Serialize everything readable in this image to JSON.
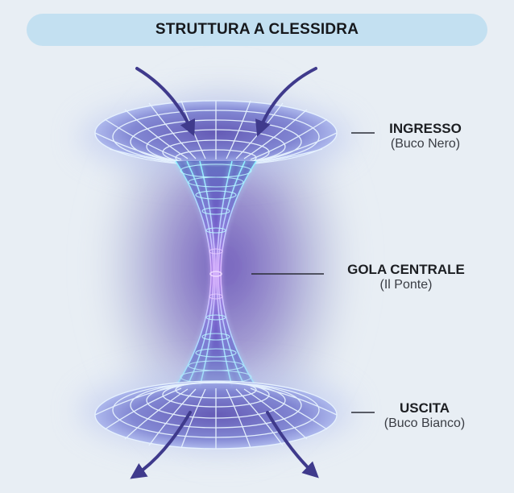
{
  "title": "STRUTTURA A CLESSIDRA",
  "labels": {
    "entrance": {
      "main": "INGRESSO",
      "sub": "(Buco Nero)"
    },
    "throat": {
      "main": "GOLA CENTRALE",
      "sub": "(Il Ponte)"
    },
    "exit": {
      "main": "USCITA",
      "sub": "(Buco Bianco)"
    }
  },
  "colors": {
    "background": "#e8eef4",
    "title_bar": "#c3e0f1",
    "grid_cyan": "#7ef0ff",
    "glow_violet": "#7a4fd6",
    "arrow": "#3f3a8c",
    "leader_line": "#2a2d36"
  }
}
